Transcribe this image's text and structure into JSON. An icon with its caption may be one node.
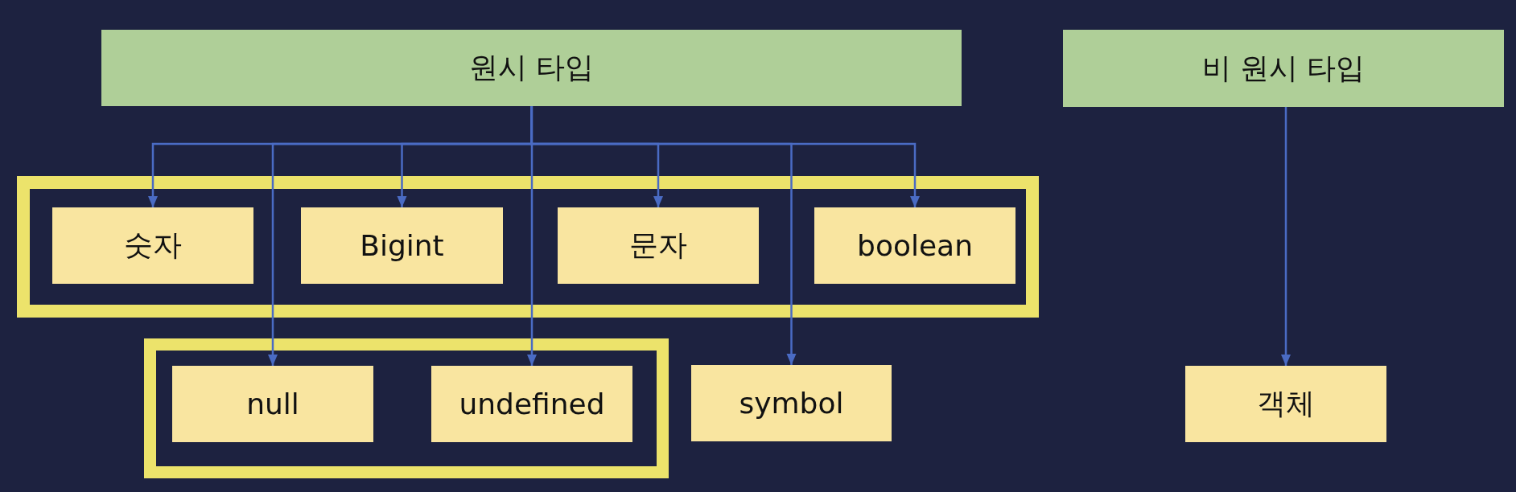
{
  "diagram": {
    "nodes": [
      {
        "text": [
          "원시 타입"
        ]
      },
      {
        "text": [
          "비 원시 타입"
        ]
      },
      {
        "text": [],
        "shape": "box"
      },
      {
        "text": [
          "숫자"
        ],
        "in": 2
      },
      {
        "text": [
          "Bigint"
        ],
        "in": 2
      },
      {
        "text": [
          "문자"
        ],
        "in": 2
      },
      {
        "text": [
          "boolean"
        ],
        "in": 2
      },
      {
        "text": [],
        "shape": "box"
      },
      {
        "text": [
          "null"
        ],
        "in": 7
      },
      {
        "text": [
          "undefined"
        ],
        "in": 7
      },
      {
        "text": [
          "symbol"
        ]
      },
      {
        "text": [
          "객체"
        ]
      }
    ],
    "edges": [
      {
        "from": 0,
        "to": 3,
        "arrow": "to"
      },
      {
        "from": 0,
        "to": 4,
        "arrow": "to"
      },
      {
        "from": 0,
        "to": 5,
        "arrow": "to"
      },
      {
        "from": 0,
        "to": 6,
        "arrow": "to"
      },
      {
        "from": 0,
        "to": 8,
        "arrow": "to"
      },
      {
        "from": 0,
        "to": 9,
        "arrow": "to"
      },
      {
        "from": 0,
        "to": 10,
        "arrow": "to"
      },
      {
        "from": 1,
        "to": 11,
        "arrow": "to"
      }
    ]
  }
}
